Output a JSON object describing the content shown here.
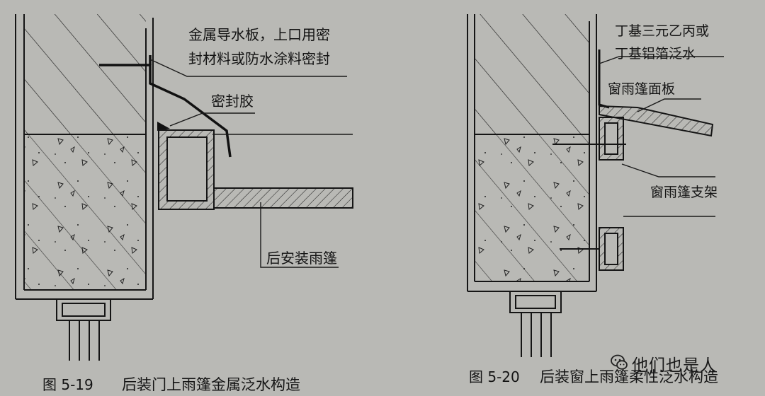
{
  "figure_left": {
    "labels": {
      "metal_board_line1": "金属导水板，上口用密",
      "metal_board_line2": "封材料或防水涂料密封",
      "sealant": "密封胶",
      "canopy": "后安装雨篷"
    },
    "caption_number": "图 5-19",
    "caption_title": "后装门上雨篷金属泛水构造"
  },
  "figure_right": {
    "labels": {
      "flashing_line1": "丁基三元乙丙或",
      "flashing_line2": "丁基铝箔泛水",
      "panel": "窗雨篷面板",
      "bracket": "窗雨篷支架"
    },
    "caption_number": "图 5-20",
    "caption_title": "后装窗上雨篷柔性泛水构造"
  },
  "watermark": {
    "icon": "wechat-icon",
    "text": "他们也是人"
  },
  "colors": {
    "paper": "#b9b9b5",
    "ink": "#141414"
  }
}
